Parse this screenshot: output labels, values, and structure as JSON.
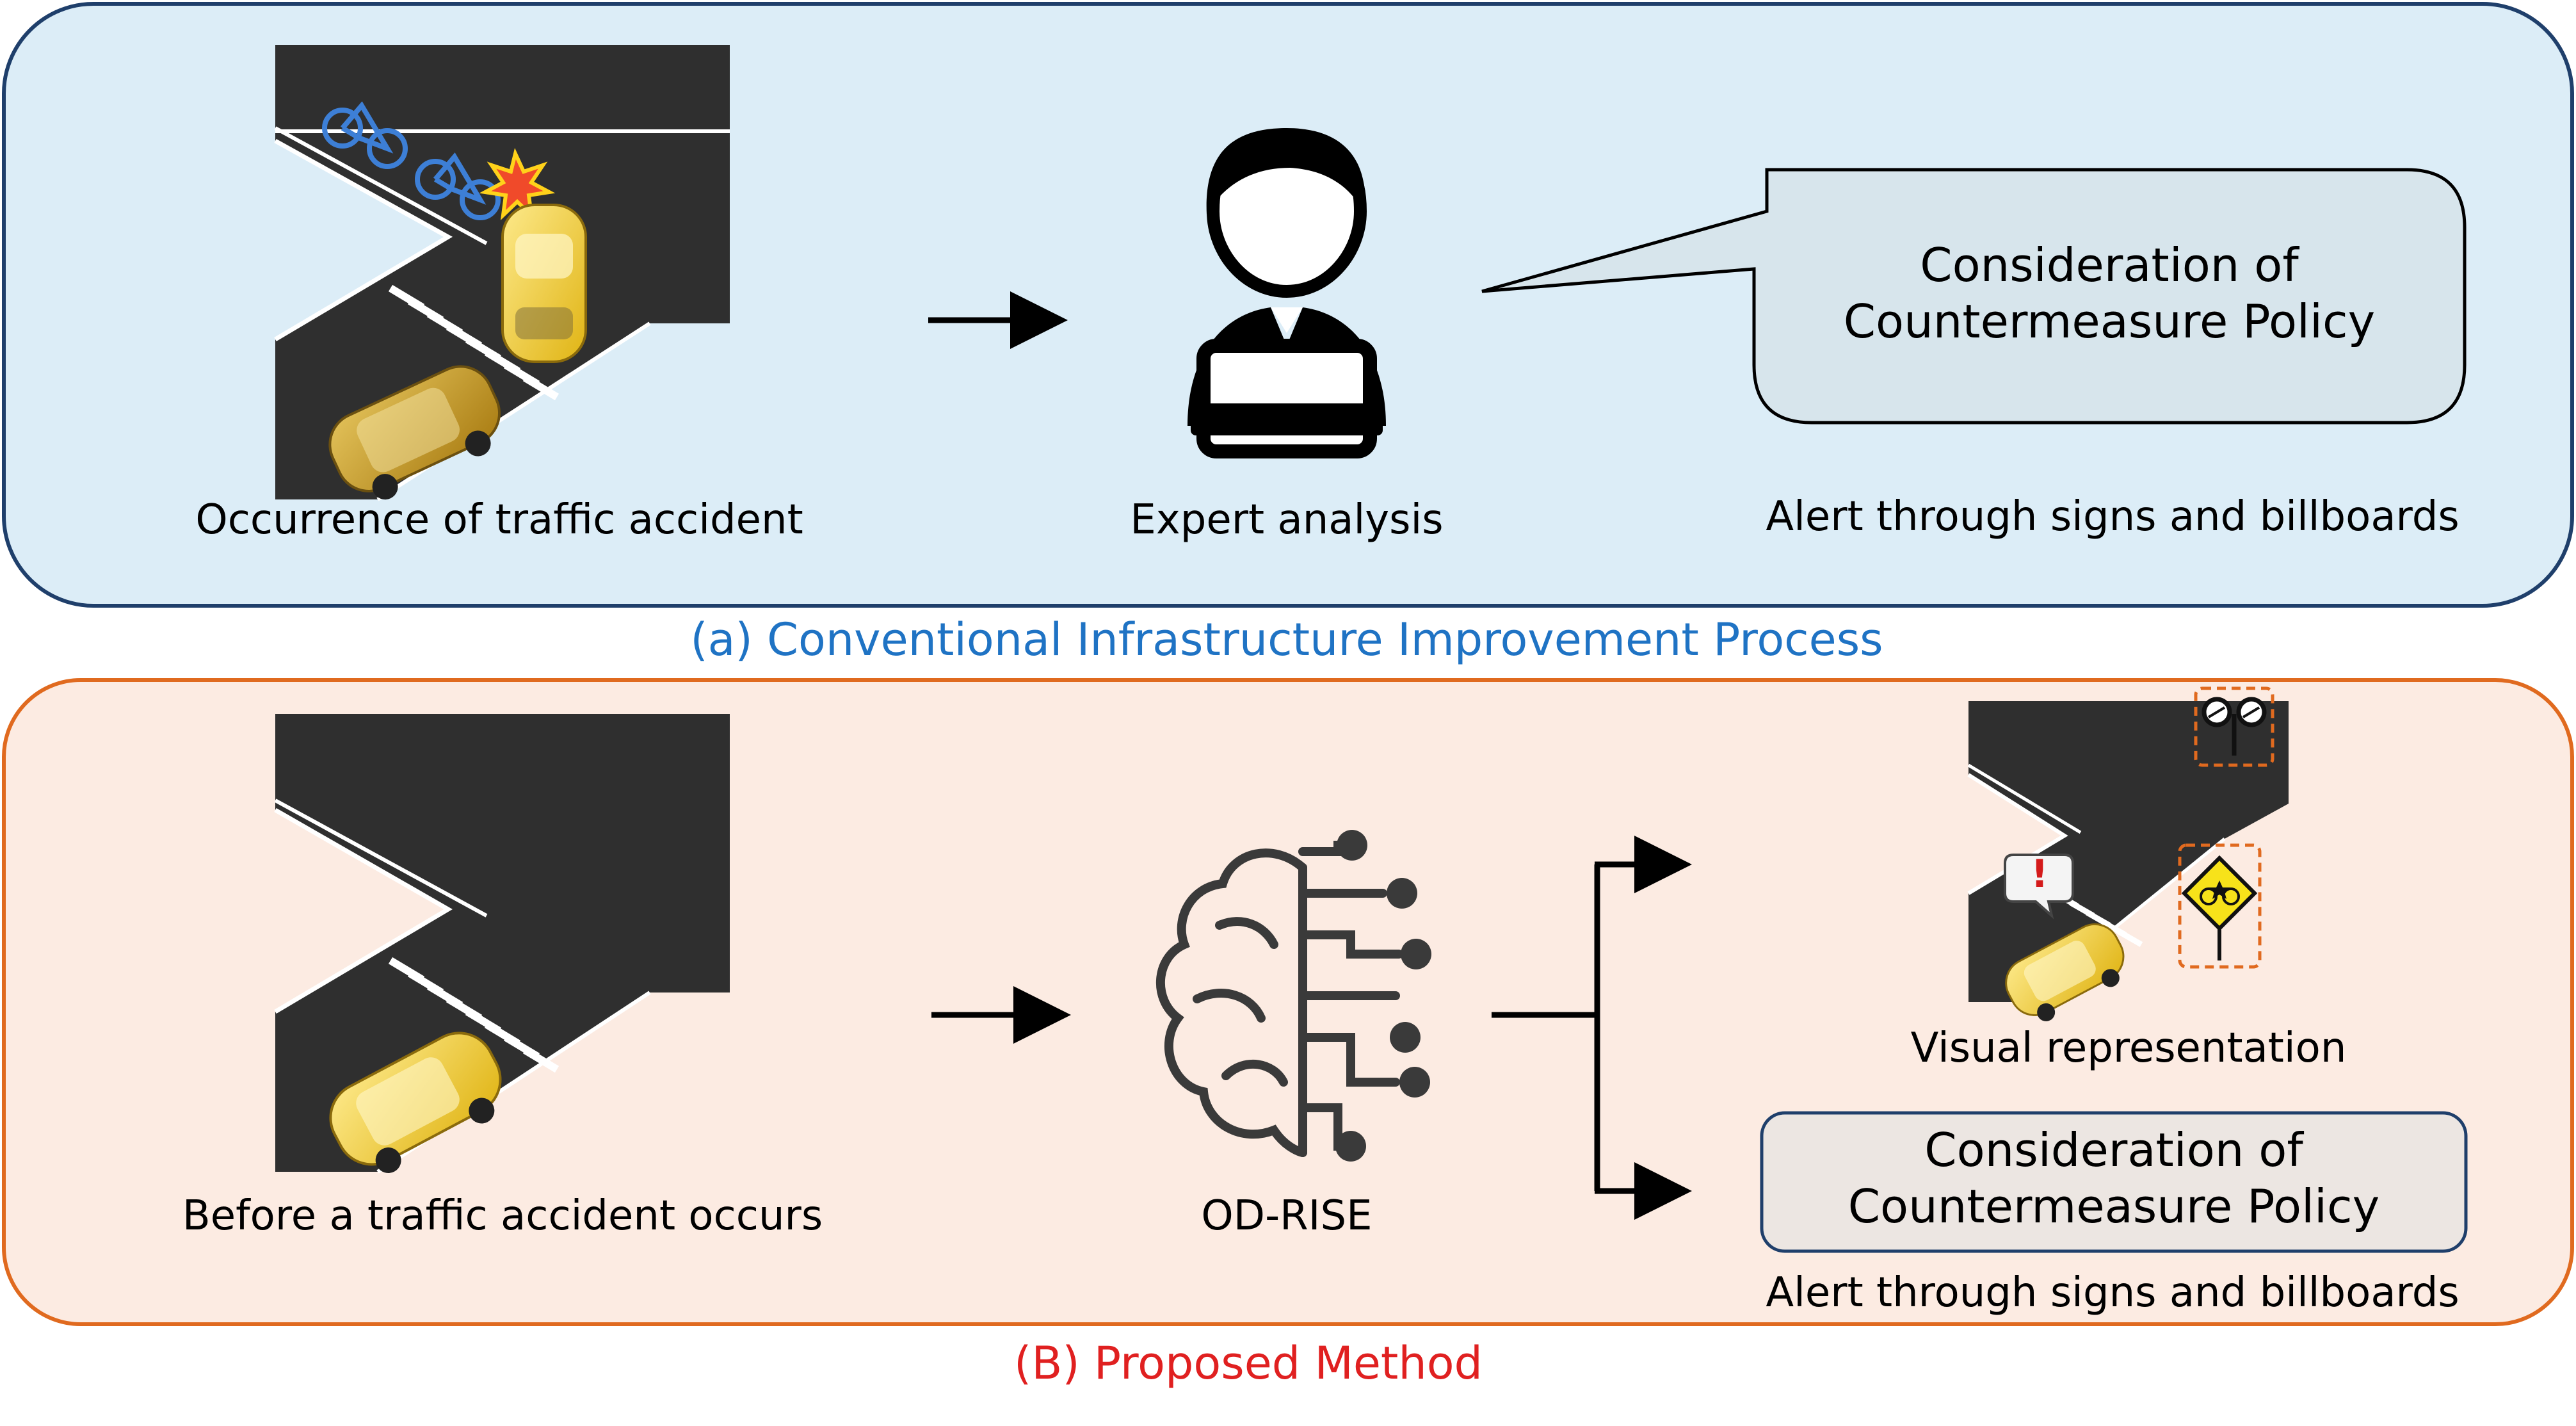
{
  "panel_a": {
    "caption": "(a) Conventional Infrastructure Improvement Process",
    "caption_color": "#1f73c4",
    "background": "#dcedf7",
    "border": "#1f3f6b",
    "label_accident": "Occurrence of traffic accident",
    "label_expert": "Expert analysis",
    "bubble_line1": "Consideration of",
    "bubble_line2": "Countermeasure Policy",
    "label_alert": "Alert through signs and billboards"
  },
  "panel_b": {
    "caption": "(B) Proposed Method",
    "caption_color": "#e02020",
    "background": "#fcebe2",
    "border": "#e06a1f",
    "label_before": "Before a traffic accident occurs",
    "label_model": "OD-RISE",
    "label_visual": "Visual representation",
    "box_line1": "Consideration of",
    "box_line2": "Countermeasure Policy",
    "label_alert": "Alert through signs and billboards",
    "warning_mark": "!"
  },
  "colors": {
    "road": "#2f2f2f",
    "car_yellow": "#f2c81e",
    "car_gold": "#c99a1a",
    "bubble_fill": "#d7e5ec",
    "box_fill": "#ece6e2",
    "box_border": "#1f3f6b",
    "sign_yellow": "#f7e21a",
    "dash_orange": "#e06a1f"
  },
  "icons": [
    "bicycle-icon",
    "collision-icon",
    "expert-laptop-icon",
    "ai-brain-circuit-icon",
    "warning-sign-icon",
    "mirror-sign-icon"
  ]
}
